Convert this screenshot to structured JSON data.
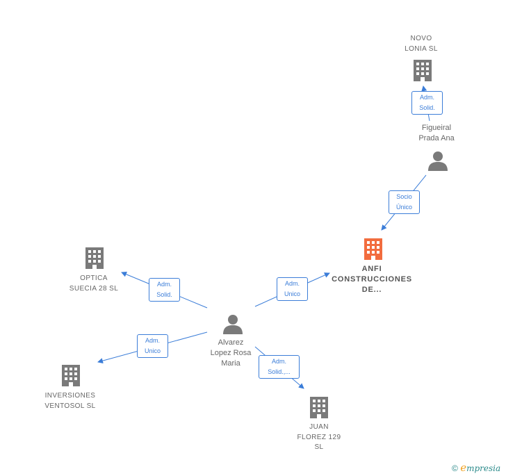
{
  "colors": {
    "edge": "#3b7dd8",
    "company_icon": "#7a7a7a",
    "focus_company_icon": "#f26c3e",
    "person_icon": "#7a7a7a",
    "label_text": "#666666"
  },
  "nodes": {
    "novo_lonia": {
      "label": "NOVO\nLONIA  SL",
      "icon": "building-icon"
    },
    "figueiral": {
      "label": "Figueiral\nPrada Ana",
      "icon": "person-icon"
    },
    "anfi": {
      "label": "ANFI\nCONSTRUCCIONES\nDE...",
      "icon": "building-icon"
    },
    "optica": {
      "label": "OPTICA\nSUECIA 28  SL",
      "icon": "building-icon"
    },
    "alvarez": {
      "label": "Alvarez\nLopez Rosa\nMaria",
      "icon": "person-icon"
    },
    "inversiones": {
      "label": "INVERSIONES\nVENTOSOL SL",
      "icon": "building-icon"
    },
    "juan": {
      "label": "JUAN\nFLOREZ 129\nSL",
      "icon": "building-icon"
    }
  },
  "edges": {
    "figueiral_novo": {
      "label": "Adm.\nSolid."
    },
    "figueiral_anfi": {
      "label": "Socio\nÚnico"
    },
    "alvarez_optica": {
      "label": "Adm.\nSolid."
    },
    "alvarez_anfi": {
      "label": "Adm.\nUnico"
    },
    "alvarez_inversiones": {
      "label": "Adm.\nUnico"
    },
    "alvarez_juan": {
      "label": "Adm.\nSolid.,..."
    }
  },
  "footer": {
    "copyright": "©",
    "brand_first": "e",
    "brand_rest": "mpresia"
  }
}
